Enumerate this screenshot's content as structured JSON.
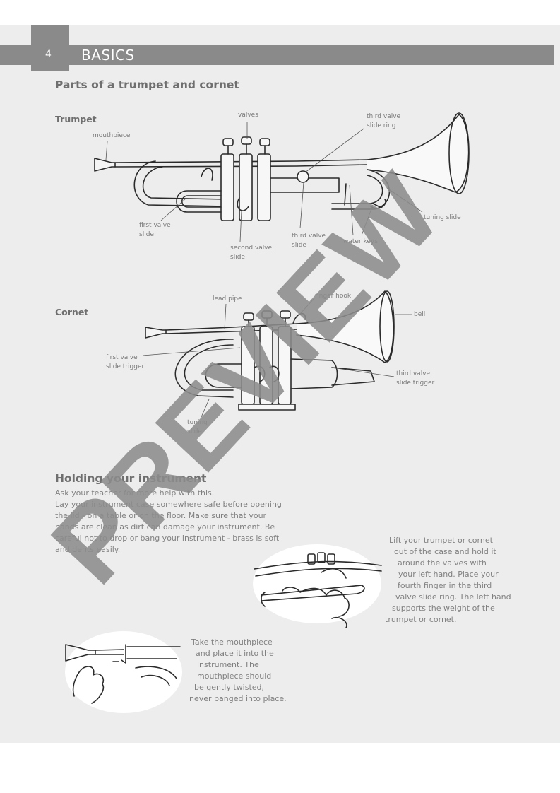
{
  "header": {
    "page_number": "4",
    "section": "BASICS"
  },
  "parts": {
    "title": "Parts of a trumpet and cornet",
    "trumpet": {
      "title": "Trumpet",
      "labels": {
        "valves": "valves",
        "third_valve_slide_ring": [
          "third valve",
          "slide ring"
        ],
        "mouthpiece": "mouthpiece",
        "tuning_slide": "tuning slide",
        "first_valve_slide": [
          "first valve",
          "slide"
        ],
        "third_valve_slide": [
          "third valve",
          "slide"
        ],
        "water_keys": "water keys",
        "second_valve_slide": [
          "second valve",
          "slide"
        ]
      }
    },
    "cornet": {
      "title": "Cornet",
      "labels": {
        "lead_pipe": "lead pipe",
        "finger_hook": "finger hook",
        "bell": "bell",
        "first_valve_slide_trigger": [
          "first valve",
          "slide trigger"
        ],
        "third_valve_slide_trigger": [
          "third valve",
          "slide trigger"
        ],
        "tuning_slide": [
          "tuning",
          "slide"
        ]
      }
    }
  },
  "holding": {
    "title": "Holding your instrument",
    "paragraph1": "Ask your teacher for more help with this.",
    "paragraph2": "Lay your instrument case somewhere safe before opening the lid - on a table or on the floor. Make sure that your hands are clean as dirt can damage your instrument. Be careful not to drop or bang your instrument - brass is soft and dents easily.",
    "caption_lift": [
      "Lift your trumpet or cornet",
      "out of the case and hold it",
      "around the valves with",
      "your left hand. Place your",
      "fourth finger in the third",
      "valve slide ring.  The left hand",
      "supports the weight of the",
      "trumpet or cornet."
    ],
    "caption_mouthpiece": [
      "Take the mouthpiece",
      "and place it into the",
      "instrument. The",
      "mouthpiece should",
      "be gently twisted,",
      "never banged into place."
    ]
  },
  "watermark": "PREVIEW",
  "colors": {
    "header_bar": "#8a8a8a",
    "page_background": "#ededed",
    "watermark": "#8c8c8c"
  }
}
